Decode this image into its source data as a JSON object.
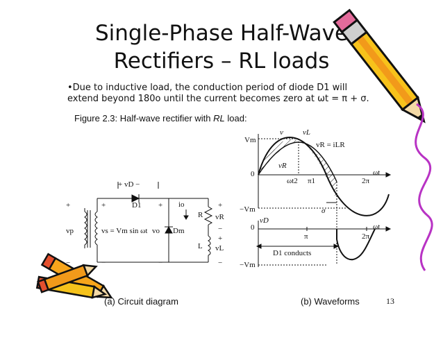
{
  "slide": {
    "title_line1": "Single-Phase Half-Wave",
    "title_line2": "Rectifiers – RL loads",
    "bullet_line1": "•Due to inductive load, the conduction period of diode D1 will",
    "bullet_line2": "extend beyond 180o until the current becomes zero at ωt = π + σ.",
    "figure_caption_prefix": "Figure 2.3: Half-wave rectifier with ",
    "figure_caption_em": "RL",
    "figure_caption_suffix": " load:",
    "caption_a": "(a) Circuit diagram",
    "caption_b": "(b) Waveforms",
    "page_number": "13"
  },
  "circuit": {
    "vD": "+ vD −",
    "D1": "D1",
    "io": "io",
    "R": "R",
    "vR": "vR",
    "L": "L",
    "vL": "vL",
    "vp": "vp",
    "vs_eq": "vs = Vm sin ωt",
    "vo": "vo",
    "Dm": "Dm"
  },
  "waveforms": {
    "v": "v",
    "vL_top": "vL",
    "Vm": "Vm",
    "vR_eq": "vR = iLR",
    "vR": "vR",
    "zero": "0",
    "wt": "ωt",
    "wt2": "ωt2",
    "pi1": "π1",
    "two_pi": "2π",
    "neg_Vm": "−Vm",
    "sigma": "σ",
    "vD": "vD",
    "pi": "π",
    "D1_conducts": "D1 conducts"
  }
}
